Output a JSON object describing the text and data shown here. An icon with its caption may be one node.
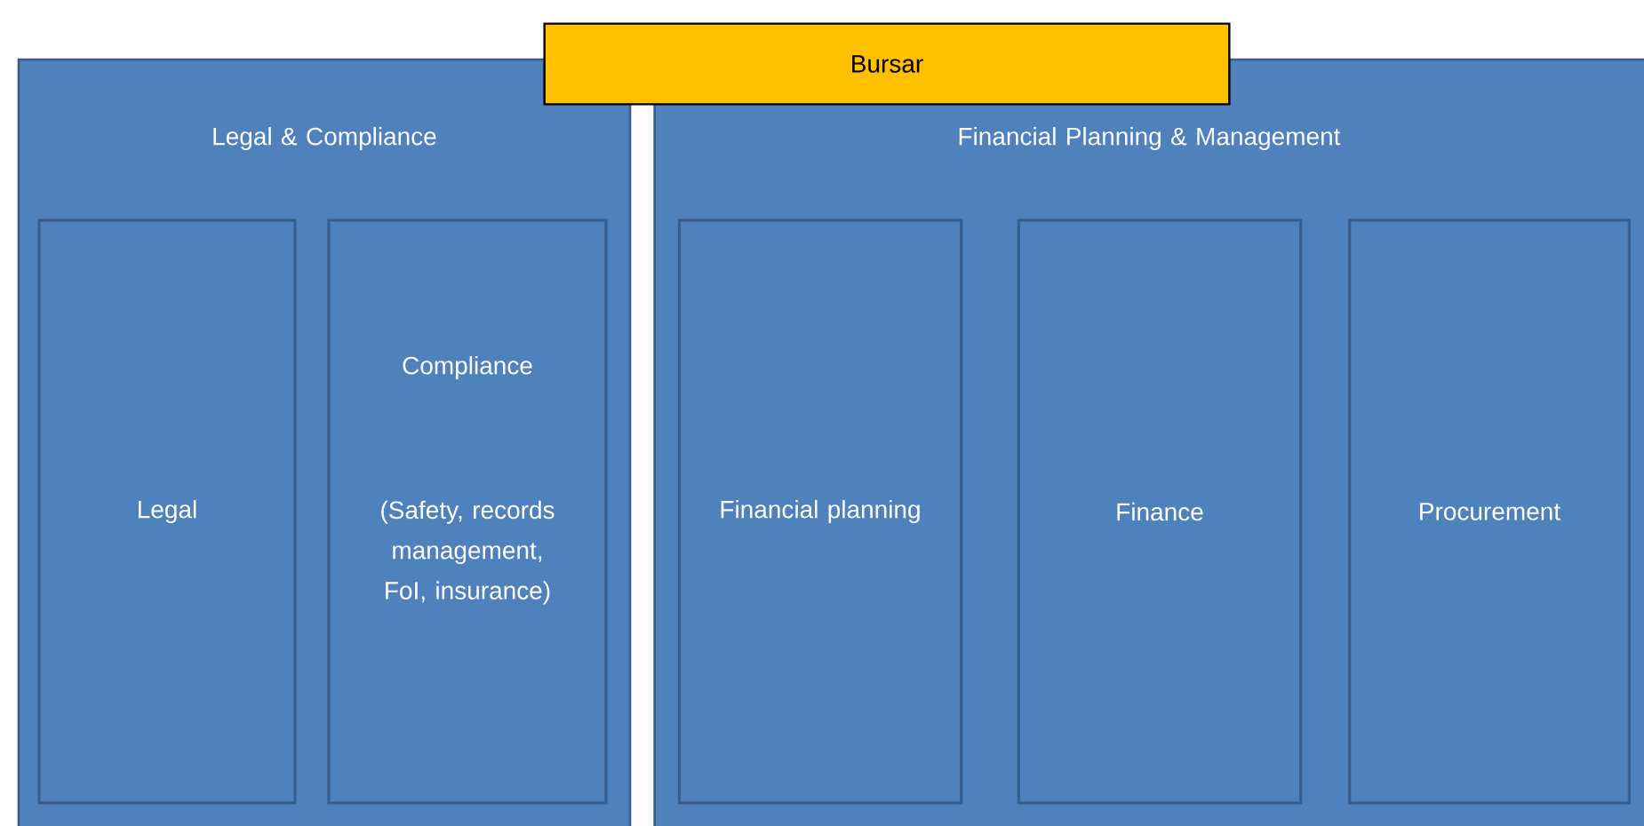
{
  "diagram": {
    "nodes": [
      {
        "text": [
          "Bursar"
        ]
      },
      {
        "text": [
          "Legal & Compliance"
        ]
      },
      {
        "text": [
          "Legal"
        ],
        "in": 1
      },
      {
        "text": [
          "Compliance",
          "(Safety, records management, FoI, insurance)"
        ],
        "in": 1
      },
      {
        "text": [
          "Financial Planning & Management"
        ]
      },
      {
        "text": [
          "Financial planning"
        ],
        "in": 4
      },
      {
        "text": [
          "Finance"
        ],
        "in": 4
      },
      {
        "text": [
          "Procurement"
        ],
        "in": 4
      }
    ]
  }
}
